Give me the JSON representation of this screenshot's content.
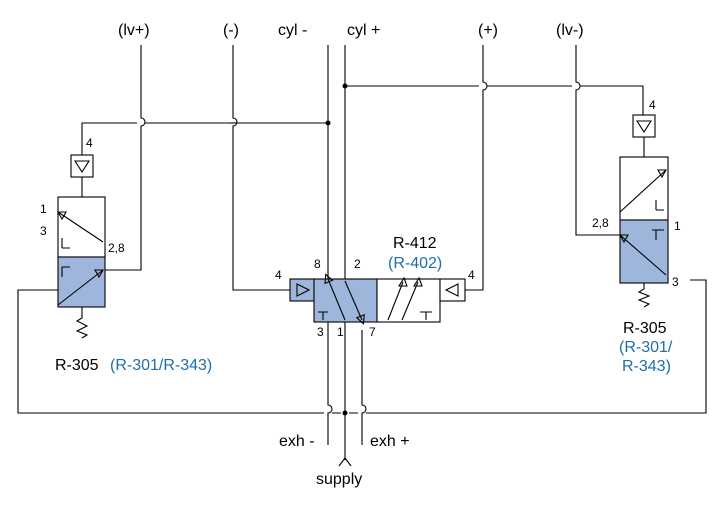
{
  "colors": {
    "shade": "#9fb6dc",
    "alt_text": "#1f6ea8",
    "line": "#000000"
  },
  "labels": {
    "lv_plus": "(lv+)",
    "minus": "(-)",
    "cyl_minus": "cyl -",
    "cyl_plus": "cyl +",
    "plus": "(+)",
    "lv_minus": "(lv-)",
    "exh_minus": "exh -",
    "exh_plus": "exh +",
    "supply": "supply"
  },
  "center_valve": {
    "model": "R-412",
    "alt_model": "(R-402)",
    "ports": {
      "left_pilot": "4",
      "right_pilot": "4",
      "p8": "8",
      "p2": "2",
      "p3": "3",
      "p1": "1",
      "p7": "7"
    }
  },
  "left_valve": {
    "model": "R-305",
    "alt_models": "(R-301/R-343)",
    "ports": {
      "p4": "4",
      "p1": "1",
      "p3": "3",
      "p28": "2,8"
    }
  },
  "right_valve": {
    "model": "R-305",
    "alt_line1": "(R-301/",
    "alt_line2": "R-343)",
    "ports": {
      "p4": "4",
      "p28": "2,8",
      "p1": "1",
      "p3": "3"
    }
  }
}
